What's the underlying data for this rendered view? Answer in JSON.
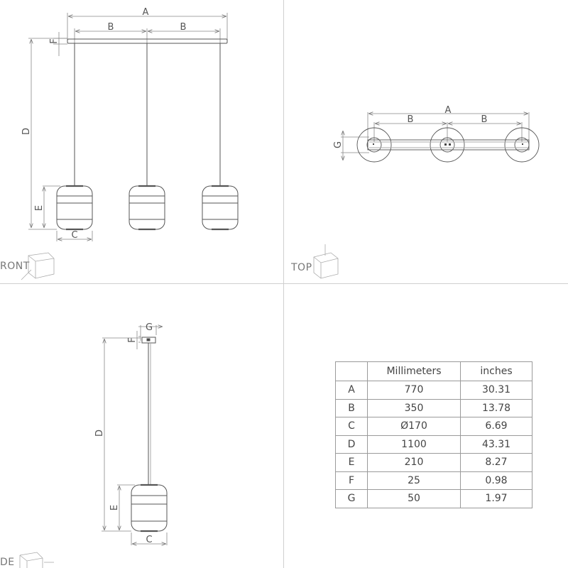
{
  "views": {
    "front": {
      "label": "RONT",
      "dimension_labels": [
        "A",
        "B",
        "B",
        "F",
        "D",
        "E",
        "C"
      ]
    },
    "top": {
      "label": "TOP",
      "dimension_labels": [
        "A",
        "B",
        "B",
        "G"
      ]
    },
    "side": {
      "label": "DE",
      "dimension_labels": [
        "G",
        "F",
        "D",
        "E",
        "C"
      ]
    }
  },
  "dimensions_table": {
    "headers": [
      "",
      "Millimeters",
      "inches"
    ],
    "rows": [
      {
        "key": "A",
        "mm": "770",
        "in": "30.31"
      },
      {
        "key": "B",
        "mm": "350",
        "in": "13.78"
      },
      {
        "key": "C",
        "mm": "Ø170",
        "in": "6.69"
      },
      {
        "key": "D",
        "mm": "1100",
        "in": "43.31"
      },
      {
        "key": "E",
        "mm": "210",
        "in": "8.27"
      },
      {
        "key": "F",
        "mm": "25",
        "in": "0.98"
      },
      {
        "key": "G",
        "mm": "50",
        "in": "1.97"
      }
    ]
  },
  "colors": {
    "line": "#555555",
    "dim_line": "#8a8a8a",
    "divider": "#cfcfcf"
  }
}
